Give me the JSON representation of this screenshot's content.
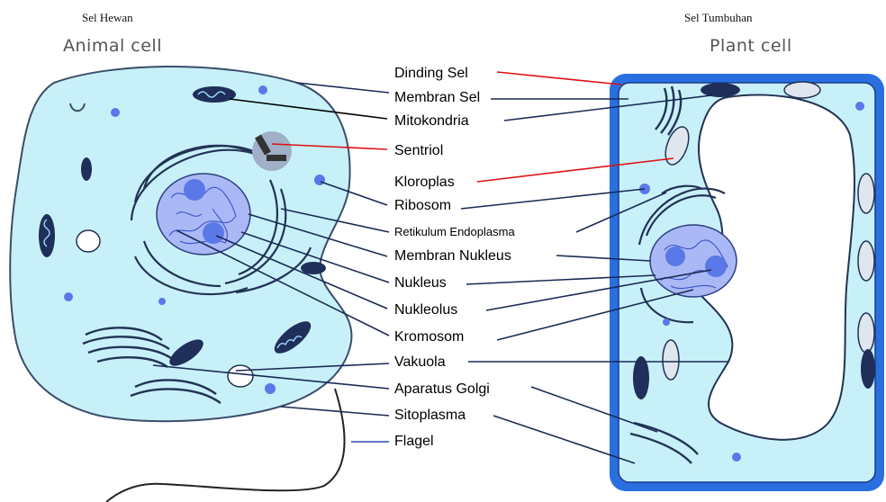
{
  "captions": {
    "animal_caption": "Sel Hewan",
    "plant_caption": "Sel Tumbuhan",
    "animal_heading": "Animal cell",
    "plant_heading": "Plant cell"
  },
  "labels": {
    "dinding_sel": "Dinding Sel",
    "membran_sel": "Membran Sel",
    "mitokondria": "Mitokondria",
    "sentriol": "Sentriol",
    "kloroplas": "Kloroplas",
    "ribosom": "Ribosom",
    "retikulum": "Retikulum Endoplasma",
    "membran_nukleus": "Membran Nukleus",
    "nukleus": "Nukleus",
    "nukleolus": "Nukleolus",
    "kromosom": "Kromosom",
    "vakuola": "Vakuola",
    "aparatus_golgi": "Aparatus Golgi",
    "sitoplasma": "Sitoplasma",
    "flagel": "Flagel"
  },
  "colors": {
    "cytoplasm": "#c8f0f8",
    "nucleus": "#aab8f6",
    "nucleolus": "#5a78e8",
    "organelle_dark": "#1f2f5a",
    "cell_wall": "#2a6fe0",
    "leader_dark": "#1a2a55",
    "leader_red": "#e01010"
  }
}
